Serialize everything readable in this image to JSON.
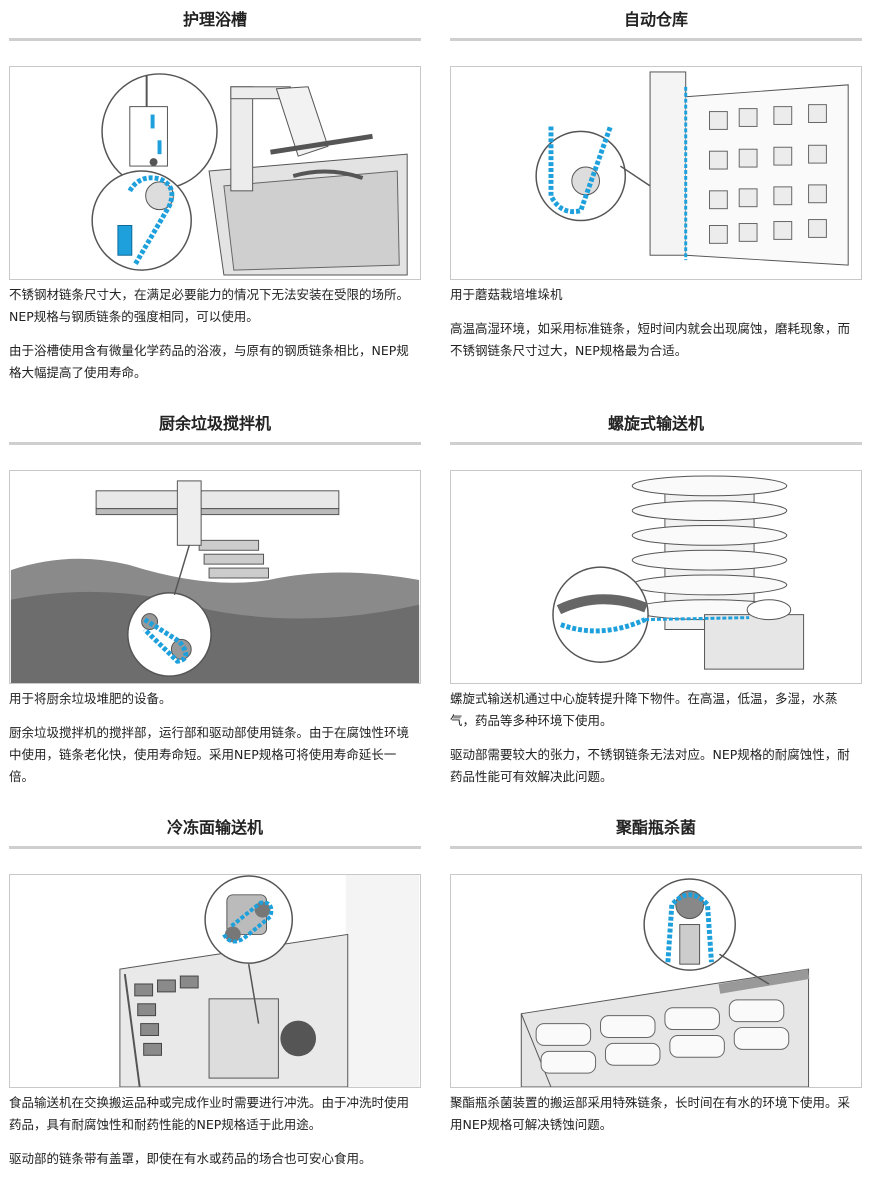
{
  "sections": [
    {
      "title": "护理浴槽",
      "paragraphs": [
        "不锈钢材链条尺寸大，在满足必要能力的情况下无法安装在受限的场所。NEP规格与钢质链条的强度相同，可以使用。",
        "由于浴槽使用含有微量化学药品的浴液，与原有的钢质链条相比，NEP规格大幅提高了使用寿命。"
      ]
    },
    {
      "title": "自动仓库",
      "paragraphs": [
        "用于蘑菇栽培堆垛机",
        "高温高湿环境，如采用标准链条，短时间内就会出现腐蚀，磨耗现象，而不锈钢链条尺寸过大，NEP规格最为合适。"
      ]
    },
    {
      "title": "厨余垃圾搅拌机",
      "paragraphs": [
        "用于将厨余垃圾堆肥的设备。",
        "厨余垃圾搅拌机的搅拌部，运行部和驱动部使用链条。由于在腐蚀性环境中使用，链条老化快，使用寿命短。采用NEP规格可将使用寿命延长一倍。"
      ]
    },
    {
      "title": "螺旋式输送机",
      "paragraphs": [
        "螺旋式输送机通过中心旋转提升降下物件。在高温，低温，多湿，水蒸气，药品等多种环境下使用。",
        "驱动部需要较大的张力，不锈钢链条无法对应。NEP规格的耐腐蚀性，耐药品性能可有效解决此问题。"
      ]
    },
    {
      "title": "冷冻面输送机",
      "paragraphs": [
        "食品输送机在交换搬运品种或完成作业时需要进行冲洗。由于冲洗时使用药品，具有耐腐蚀性和耐药性能的NEP规格适于此用途。",
        "驱动部的链条带有盖罩，即使在有水或药品的场合也可安心食用。"
      ]
    },
    {
      "title": "聚酯瓶杀菌",
      "paragraphs": [
        "聚酯瓶杀菌装置的搬运部采用特殊链条，长时间在有水的环境下使用。采用NEP规格可解决锈蚀问题。"
      ]
    }
  ],
  "colors": {
    "chain": "#1ea0dc",
    "line": "#555555",
    "rule": "#cfcfcf"
  }
}
